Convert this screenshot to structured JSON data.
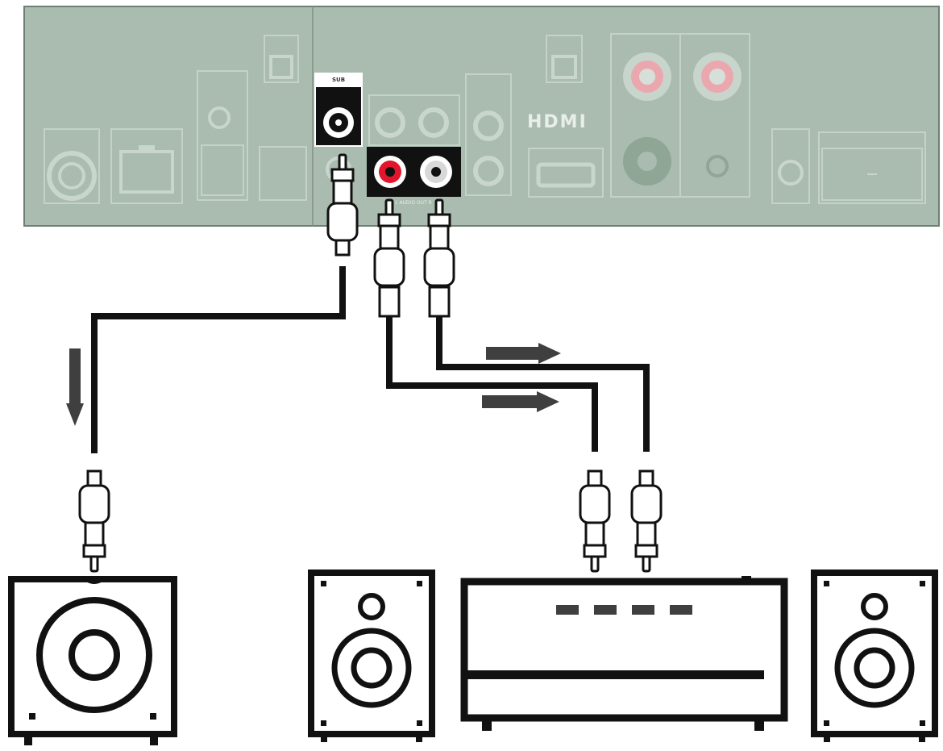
{
  "device_panel": {
    "hdmi_label": "HDMI",
    "coax_label": "SUB",
    "analog_label": "L AUDIO OUT R"
  },
  "colors": {
    "panel": "#a9bcaf",
    "panel_dark": "#8fa596",
    "cable": "#111111",
    "rca_red": "#e3152c",
    "arrow": "#3f3f3f"
  },
  "components": {
    "subwoofer": "subwoofer-icon",
    "left_speaker": "speaker-icon",
    "amplifier": "amplifier-icon",
    "right_speaker": "speaker-icon"
  }
}
